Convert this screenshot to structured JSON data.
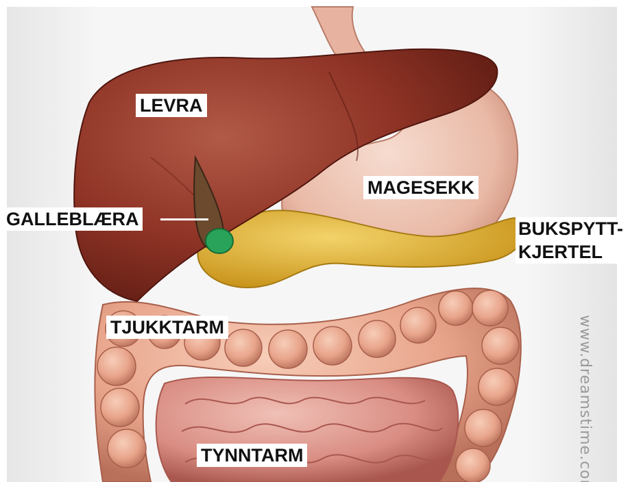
{
  "labels": {
    "levra": "LEVRA",
    "magesekk": "MAGESEKK",
    "galleblaera": "GALLEBLÆRA",
    "bukspytt_line1": "BUKSPYTT-",
    "bukspytt_line2": "KJERTEL",
    "tjukktarm": "TJUKKTARM",
    "tynntarm": "TYNNTARM"
  },
  "watermark": "www.dreamstime.com",
  "colors": {
    "liver": "#8e3325",
    "stomach": "#e9b9a6",
    "pancreas": "#e2b533",
    "gallbladder": "#2aa35a",
    "large_intestine": "#e8a48b",
    "small_intestine": "#d98d83",
    "background": "#f4f4f4"
  }
}
